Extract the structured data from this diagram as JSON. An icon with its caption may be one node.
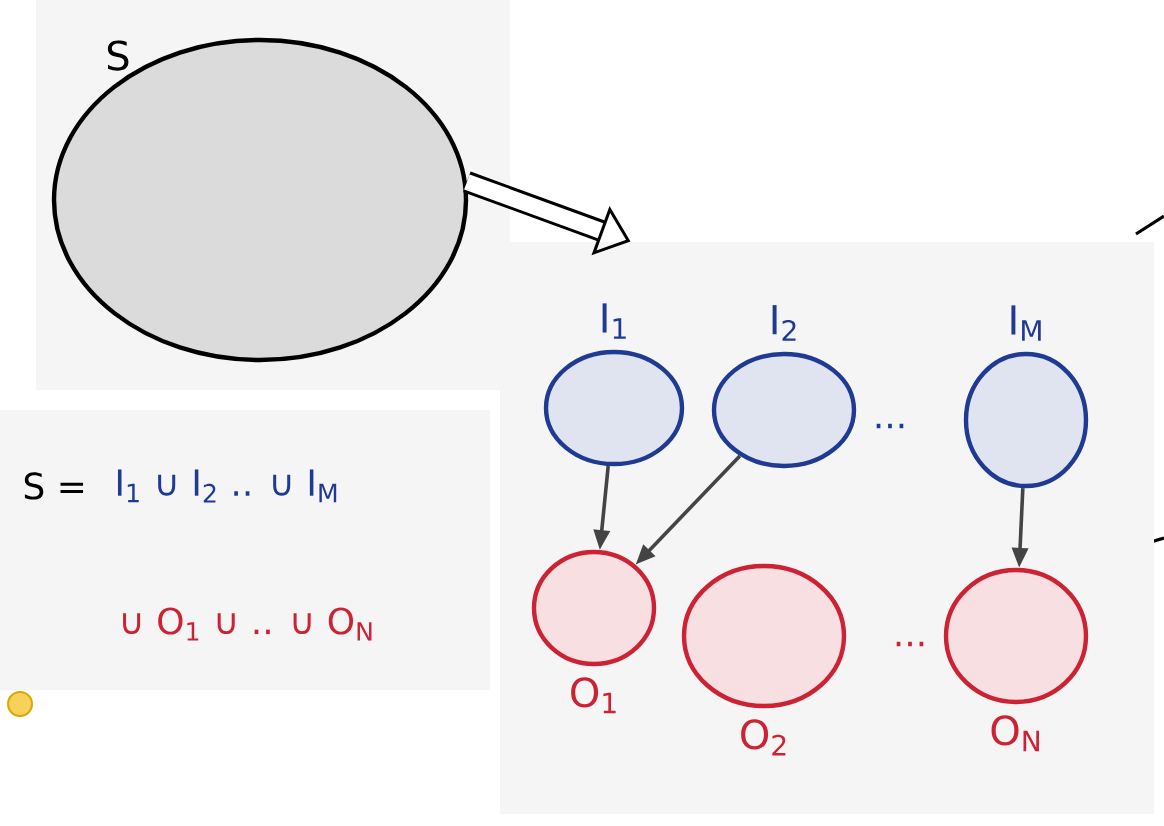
{
  "diagram": {
    "nodes": [
      {
        "text": [
          "S"
        ]
      },
      {
        "text": [],
        "shape": "box"
      },
      {
        "text": [
          "I$_{1}$"
        ],
        "in": 1
      },
      {
        "text": [
          "I$_{2}$"
        ],
        "in": 1
      },
      {
        "text": [
          "I$_{M}$"
        ],
        "in": 1
      },
      {
        "text": [
          "O$_{1}$"
        ],
        "in": 1
      },
      {
        "text": [
          "O$_{2}$"
        ],
        "in": 1
      },
      {
        "text": [
          "O$_{N}$"
        ],
        "in": 1
      }
    ],
    "edges": [
      {
        "from": 0,
        "to": 1,
        "arrow": "to",
        "style": "thick"
      },
      {
        "from": 2,
        "to": 5,
        "arrow": "to"
      },
      {
        "from": 3,
        "to": 5,
        "arrow": "to"
      },
      {
        "from": 4,
        "to": 7,
        "arrow": "to"
      }
    ],
    "labels": [
      "...",
      "S =",
      "I$_{1}$ ∪ I$_{2}$ .. ∪ I$_{M}$",
      "∪ O$_{1}$ ∪ .. ∪ O$_{N}$",
      "..."
    ]
  }
}
